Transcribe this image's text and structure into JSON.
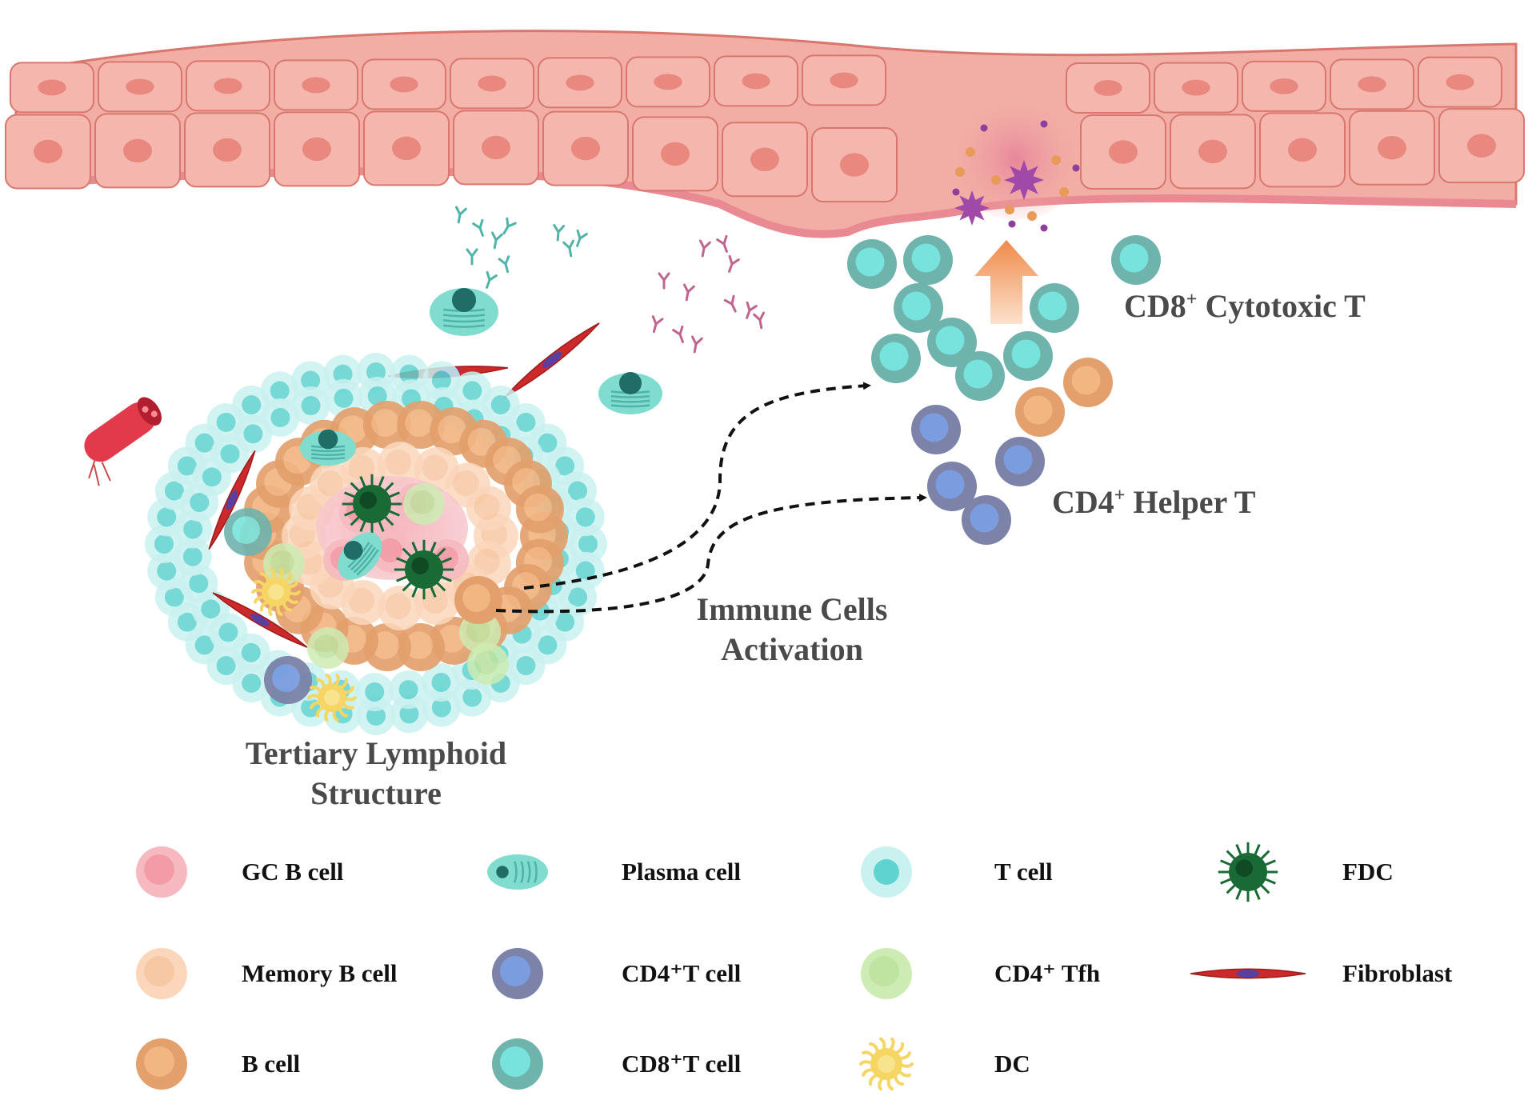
{
  "labels": {
    "cd8": {
      "name": "CD8",
      "sup": "+",
      "rest": " Cytotoxic T"
    },
    "cd4": {
      "name": "CD4",
      "sup": "+",
      "rest": " Helper T"
    },
    "activation_line1": "Immune Cells",
    "activation_line2": "Activation",
    "tls_line1": "Tertiary Lymphoid",
    "tls_line2": "Structure"
  },
  "legend": [
    {
      "id": "gc-b-cell",
      "text": "GC B cell",
      "icon": "gc-b-cell-icon",
      "fill": "#f6b9c0",
      "nucleus": "#f39ca7"
    },
    {
      "id": "plasma-cell",
      "text": "Plasma cell",
      "icon": "plasma-cell-icon",
      "fill": "#7fdccf",
      "nucleus": "#1f6d66"
    },
    {
      "id": "t-cell",
      "text": "T cell",
      "icon": "t-cell-icon",
      "fill": "#c9f1ef",
      "nucleus": "#5fd3d0"
    },
    {
      "id": "fdc",
      "text": "FDC",
      "icon": "fdc-icon",
      "fill": "#1a6a36",
      "nucleus": "#0d4a22"
    },
    {
      "id": "memory-b-cell",
      "text": "Memory  B cell",
      "icon": "memory-b-cell-icon",
      "fill": "#fbd6bb",
      "nucleus": "#f7c8a4"
    },
    {
      "id": "cd4-t-cell",
      "text": "CD4⁺T cell",
      "icon": "cd4-t-cell-icon",
      "fill": "#7c82a8",
      "nucleus": "#7b9de0"
    },
    {
      "id": "cd4-tfh",
      "text": "CD4⁺ Tfh",
      "icon": "cd4-tfh-icon",
      "fill": "#cdecb3",
      "nucleus": "#bfe3a0"
    },
    {
      "id": "fibroblast",
      "text": "Fibroblast",
      "icon": "fibroblast-icon",
      "fill": "#cc2a2a",
      "nucleus": "#5b3f9e"
    },
    {
      "id": "b-cell",
      "text": "B cell",
      "icon": "b-cell-icon",
      "fill": "#e3a06d",
      "nucleus": "#f2b683"
    },
    {
      "id": "cd8-t-cell",
      "text": "CD8⁺T cell",
      "icon": "cd8-t-cell-icon",
      "fill": "#6fb3ad",
      "nucleus": "#78e3dc"
    },
    {
      "id": "dc",
      "text": "DC",
      "icon": "dc-icon",
      "fill": "#f5d665",
      "nucleus": "#f8e08a"
    }
  ],
  "colors": {
    "epithelium": "#f2aea5",
    "epithelium_border": "#d9776e",
    "cell_nucleus": "#e8887f",
    "arrow_up": "#f4a46a",
    "dashed_arrow": "#111111",
    "antibody_teal": "#4fb3a8",
    "antibody_pink": "#c0648e"
  }
}
